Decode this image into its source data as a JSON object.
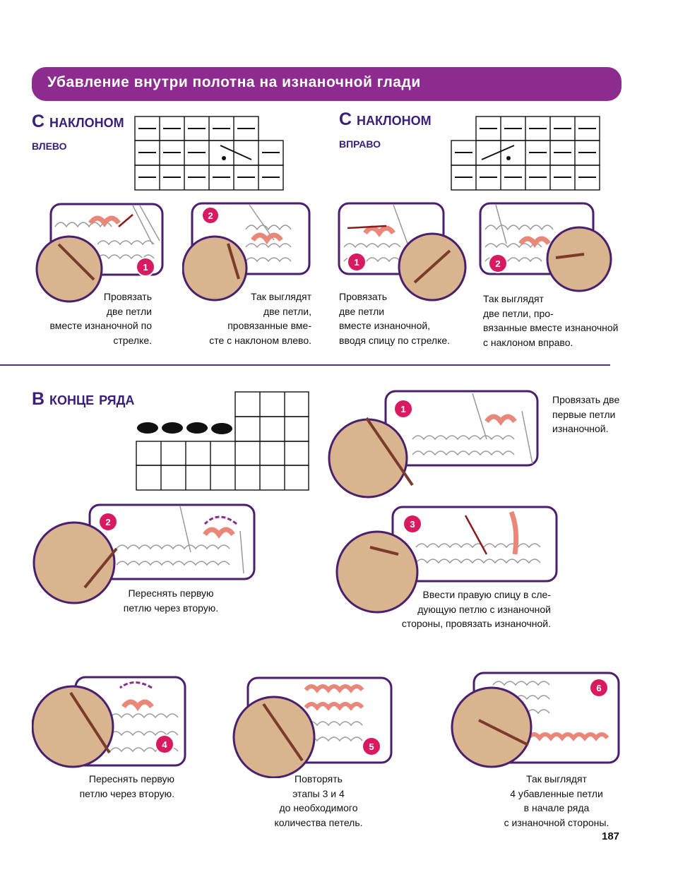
{
  "banner": {
    "title": "Убавление внутри полотна на изнаночной глади"
  },
  "sections": {
    "left_slant": {
      "line1": "С наклоном",
      "line2": "влево"
    },
    "right_slant": {
      "line1": "С наклоном",
      "line2": "вправо"
    },
    "row_end": {
      "title": "В конце ряда"
    }
  },
  "steps": {
    "left_1": {
      "badge": "1",
      "caption": "Провязать\nдве петли\nвместе изнаночной по\nстрелке."
    },
    "left_2": {
      "badge": "2",
      "caption": "Так выглядят\nдве петли,\nпровязанные вме-\nсте с наклоном влево."
    },
    "right_1": {
      "badge": "1",
      "caption": "Провязать\nдве петли\nвместе изнаночной,\nвводя спицу по стрелке."
    },
    "right_2": {
      "badge": "2",
      "caption": "Так выглядят\nдве петли, про-\nвязанные вместе изнаночной\nс наклоном вправо."
    },
    "end_1": {
      "badge": "1",
      "caption": "Провязать две\nпервые петли\nизнаночной."
    },
    "end_2": {
      "badge": "2",
      "caption": "Переснять первую\nпетлю через вторую."
    },
    "end_3": {
      "badge": "3",
      "caption": "Ввести правую спицу в сле-\nдующую петлю с изнаночной\nстороны, провязать изнаночной."
    },
    "end_4": {
      "badge": "4",
      "caption": "Переснять первую\nпетлю через вторую."
    },
    "end_5": {
      "badge": "5",
      "caption": "Повторять\nэтапы 3 и 4\nдо необходимого\nколичества петель."
    },
    "end_6": {
      "badge": "6",
      "caption": "Так выглядят\n4 убавленные петли\nв начале ряда\nс изнаночной стороны."
    }
  },
  "page_number": "187",
  "colors": {
    "accent_purple": "#8e2b8e",
    "frame_purple": "#4a1f6e",
    "badge_pink": "#d81b60",
    "stitch_salmon": "#e8877a"
  }
}
